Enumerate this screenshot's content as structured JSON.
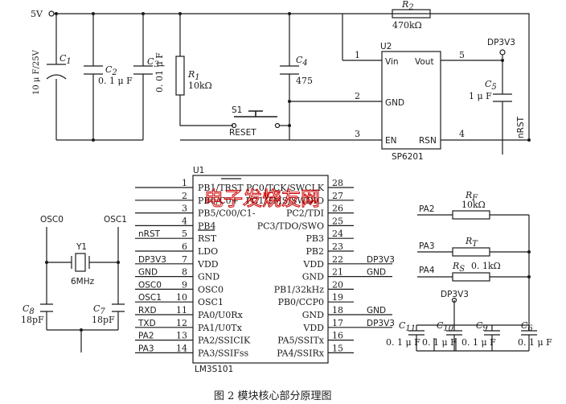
{
  "supply": {
    "v5": "5V",
    "dp3v3": "DP3V3",
    "nrst": "nRST"
  },
  "components": {
    "c1": {
      "ref": "C",
      "sub": "1",
      "value": "10 μ F/25V"
    },
    "c2": {
      "ref": "C",
      "sub": "2",
      "value": "0. 1 μ F"
    },
    "c3": {
      "ref": "C",
      "sub": "3",
      "value": "0. 01 μ F"
    },
    "r1": {
      "ref": "R",
      "sub": "1",
      "value": "10kΩ"
    },
    "c4": {
      "ref": "C",
      "sub": "4",
      "value": "475"
    },
    "r2": {
      "ref": "R",
      "sub": "2",
      "value": "470kΩ"
    },
    "c5": {
      "ref": "C",
      "sub": "5",
      "value": "1 μ F"
    },
    "s1": {
      "ref": "S1",
      "label": "RESET"
    },
    "y1": {
      "ref": "Y1",
      "value": "6MHz"
    },
    "c7": {
      "ref": "C",
      "sub": "7",
      "value": "18pF"
    },
    "c8": {
      "ref": "C",
      "sub": "8",
      "value": "18pF"
    },
    "rf": {
      "ref": "R",
      "sub": "F",
      "value": "10kΩ"
    },
    "rt": {
      "ref": "R",
      "sub": "T"
    },
    "rs": {
      "ref": "R",
      "sub": "S",
      "value": "0. 1kΩ"
    },
    "c6": {
      "ref": "C",
      "sub": "6",
      "value": "0. 1 μ F"
    },
    "c9": {
      "ref": "C",
      "sub": "9"
    },
    "c10": {
      "ref": "C",
      "sub": "10"
    },
    "c11": {
      "ref": "C",
      "sub": "11"
    },
    "cap_group_value": "0. 1 μ F"
  },
  "u2": {
    "ref": "U2",
    "part": "SP6201",
    "pins": [
      {
        "num": "1",
        "name": "Vin"
      },
      {
        "num": "2",
        "name": "GND"
      },
      {
        "num": "3",
        "name": "EN"
      },
      {
        "num": "5",
        "name": "Vout"
      },
      {
        "num": "4",
        "name": "RSN"
      }
    ]
  },
  "u1": {
    "ref": "U1",
    "part": "LM3S101",
    "left_pins": [
      {
        "num": "1",
        "name": "PB1/TRST",
        "net": ""
      },
      {
        "num": "2",
        "name": "PB0/C0+",
        "net": ""
      },
      {
        "num": "3",
        "name": "PB5/C00/C1-",
        "net": ""
      },
      {
        "num": "4",
        "name": "PB4",
        "net": ""
      },
      {
        "num": "5",
        "name": "RST",
        "net": "nRST"
      },
      {
        "num": "6",
        "name": "LDO",
        "net": ""
      },
      {
        "num": "7",
        "name": "VDD",
        "net": "DP3V3"
      },
      {
        "num": "8",
        "name": "GND",
        "net": "GND"
      },
      {
        "num": "9",
        "name": "OSC0",
        "net": "OSC0"
      },
      {
        "num": "10",
        "name": "OSC1",
        "net": "OSC1"
      },
      {
        "num": "11",
        "name": "PA0/U0Rx",
        "net": "RXD"
      },
      {
        "num": "12",
        "name": "PA1/U0Tx",
        "net": "TXD"
      },
      {
        "num": "13",
        "name": "PA2/SSICIK",
        "net": "PA2"
      },
      {
        "num": "14",
        "name": "PA3/SSIFss",
        "net": "PA3"
      }
    ],
    "right_pins": [
      {
        "num": "28",
        "name": "PC0/TCK/SWCLK",
        "net": ""
      },
      {
        "num": "27",
        "name": "PC1/TMS/SWDIO",
        "net": ""
      },
      {
        "num": "26",
        "name": "PC2/TDI",
        "net": ""
      },
      {
        "num": "25",
        "name": "PC3/TDO/SWO",
        "net": ""
      },
      {
        "num": "24",
        "name": "PB3",
        "net": ""
      },
      {
        "num": "23",
        "name": "PB2",
        "net": ""
      },
      {
        "num": "22",
        "name": "VDD",
        "net": "DP3V3"
      },
      {
        "num": "21",
        "name": "GND",
        "net": "GND"
      },
      {
        "num": "20",
        "name": "PB1/32kHz",
        "net": ""
      },
      {
        "num": "19",
        "name": "PB0/CCP0",
        "net": ""
      },
      {
        "num": "18",
        "name": "GND",
        "net": "GND"
      },
      {
        "num": "17",
        "name": "VDD",
        "net": "DP3V3"
      },
      {
        "num": "16",
        "name": "PA5/SSITx",
        "net": ""
      },
      {
        "num": "15",
        "name": "PA4/SSIRx",
        "net": ""
      }
    ]
  },
  "osc": {
    "osc0": "OSC0",
    "osc1": "OSC1"
  },
  "nets": {
    "pa2": "PA2",
    "pa3": "PA3",
    "pa4": "PA4",
    "dp3v3": "DP3V3"
  },
  "caption": "图 2   模块核心部分原理图",
  "watermark": "电子发烧友网"
}
